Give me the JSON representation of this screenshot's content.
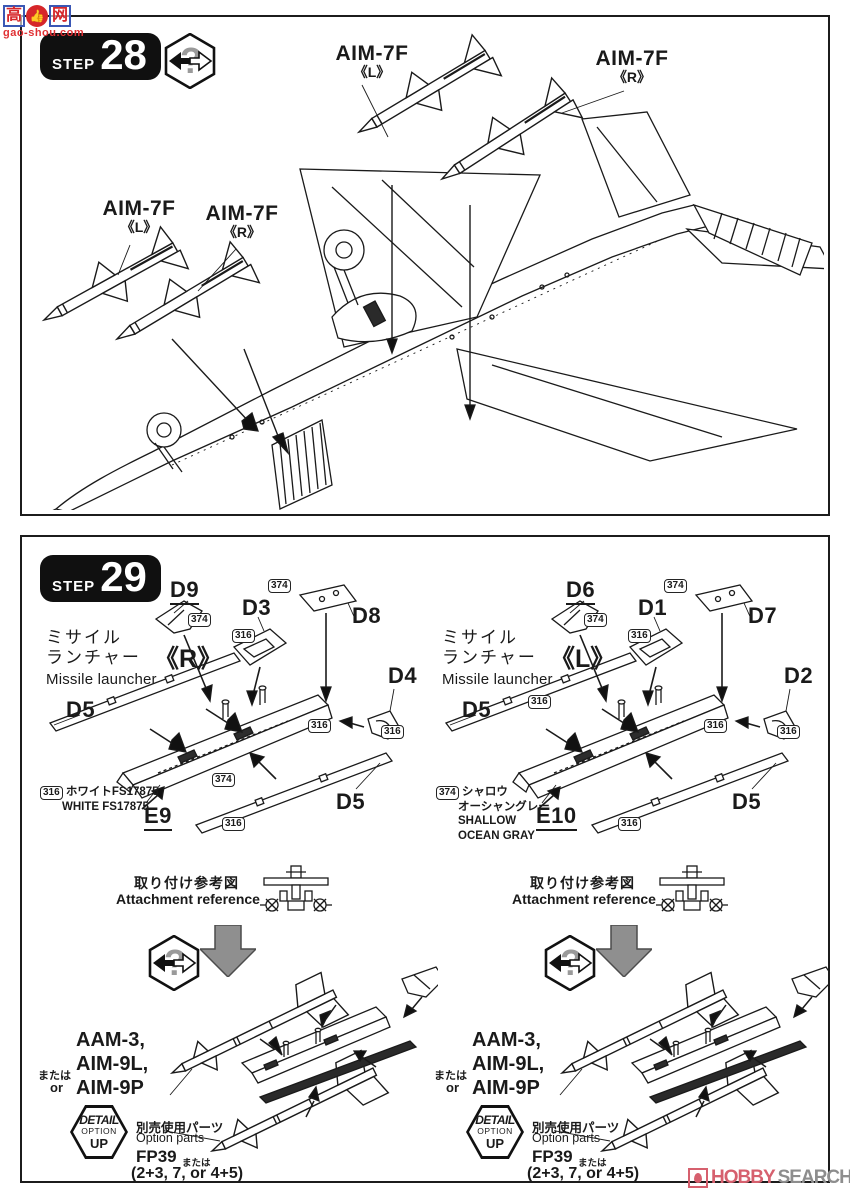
{
  "watermarks": {
    "gaoshou": {
      "char1": "高",
      "char2": "网",
      "thumb": "👍",
      "domain": "gao-shou.com"
    },
    "hobbysearch": {
      "part1": "HOBBY",
      "part2": "SEARCH"
    }
  },
  "icons": {
    "question_mark": "?"
  },
  "badges": {
    "b374": "374",
    "b316": "316"
  },
  "step28": {
    "step_label": "STEP",
    "number": "28",
    "labels": {
      "top_left": {
        "name": "AIM-7F",
        "side": "《L》"
      },
      "top_right": {
        "name": "AIM-7F",
        "side": "《R》"
      },
      "left_l": {
        "name": "AIM-7F",
        "side": "《L》"
      },
      "left_r": {
        "name": "AIM-7F",
        "side": "《R》"
      }
    }
  },
  "step29": {
    "step_label": "STEP",
    "number": "29",
    "r": {
      "title_jp_line1": "ミサイル",
      "title_jp_line2": "ランチャー",
      "side": "《R》",
      "title_en": "Missile launcher",
      "parts": {
        "top1": "D9",
        "top2": "D3",
        "top3": "D8",
        "right": "D4",
        "rail_upper": "D5",
        "rail_lower": "D5",
        "body": "E9"
      },
      "paint": {
        "badge": "316",
        "lines": [
          "ホワイトFS17875",
          "WHITE FS17875"
        ]
      },
      "attach_jp": "取り付け参考図",
      "attach_en": "Attachment reference",
      "alt": {
        "l1": "AAM-3,",
        "l2": "AIM-9L,",
        "l3": "AIM-9P",
        "or_jp": "または",
        "or_en": "or"
      },
      "detail": {
        "l1": "DETAIL",
        "l2": "OPTION",
        "l3": "UP"
      },
      "option": {
        "jp": "別売使用パーツ",
        "en": "Option parts",
        "code": "FP39",
        "combo": "(2+3, 7, or 4+5)",
        "combo_or_jp": "または"
      }
    },
    "l": {
      "title_jp_line1": "ミサイル",
      "title_jp_line2": "ランチャー",
      "side": "《L》",
      "title_en": "Missile launcher",
      "parts": {
        "top1": "D6",
        "top2": "D1",
        "top3": "D7",
        "right": "D2",
        "rail_upper": "D5",
        "rail_lower": "D5",
        "body": "E10"
      },
      "paint": {
        "badge": "374",
        "lines": [
          "シャロウ",
          "オーシャングレー",
          "SHALLOW",
          "OCEAN GRAY"
        ]
      },
      "attach_jp": "取り付け参考図",
      "attach_en": "Attachment reference",
      "alt": {
        "l1": "AAM-3,",
        "l2": "AIM-9L,",
        "l3": "AIM-9P",
        "or_jp": "または",
        "or_en": "or"
      },
      "detail": {
        "l1": "DETAIL",
        "l2": "OPTION",
        "l3": "UP"
      },
      "option": {
        "jp": "別売使用パーツ",
        "en": "Option parts",
        "code": "FP39",
        "combo": "(2+3, 7, or 4+5)",
        "combo_or_jp": "または"
      }
    }
  }
}
